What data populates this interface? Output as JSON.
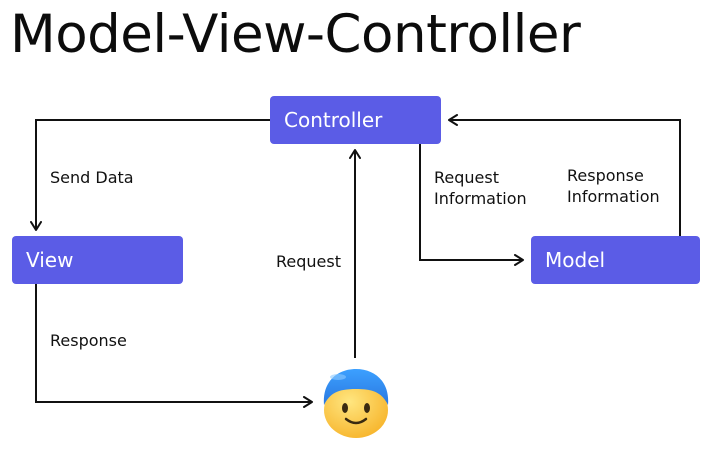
{
  "title": "Model-View-Controller",
  "nodes": {
    "controller": "Controller",
    "view": "View",
    "model": "Model"
  },
  "edge_labels": {
    "send_data": "Send Data",
    "request_information_line1": "Request",
    "request_information_line2": "Information",
    "response_information_line1": "Response",
    "response_information_line2": "Information",
    "request": "Request",
    "response": "Response"
  },
  "user_icon": "smiling-user-emoji-icon",
  "colors": {
    "node_fill": "#5b5ce6",
    "node_text": "#ffffff",
    "connector": "#111111"
  }
}
